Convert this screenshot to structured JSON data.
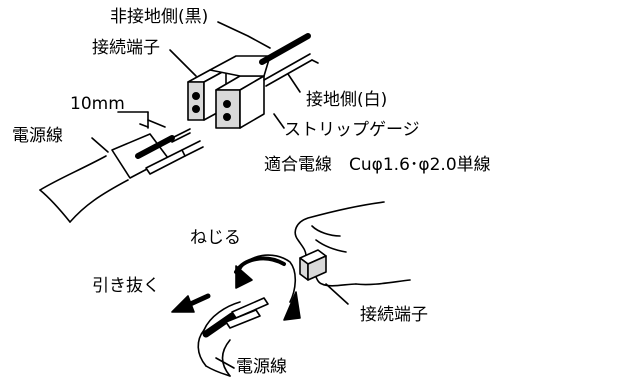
{
  "labels": {
    "non_ground_side": "非接地側(黒)",
    "connection_terminal_top": "接続端子",
    "strip_length": "10mm",
    "power_wire_top": "電源線",
    "ground_side": "接地側(白)",
    "strip_gauge": "ストリップゲージ",
    "compatible_wire": "適合電線　Cuφ1.6･φ2.0単線",
    "twist": "ねじる",
    "pull_out": "引き抜く",
    "connection_terminal_bottom": "接続端子",
    "power_wire_bottom": "電源線"
  },
  "colors": {
    "ink": "#000000",
    "paper": "#ffffff",
    "terminal_fill": "#d9d9d9"
  }
}
